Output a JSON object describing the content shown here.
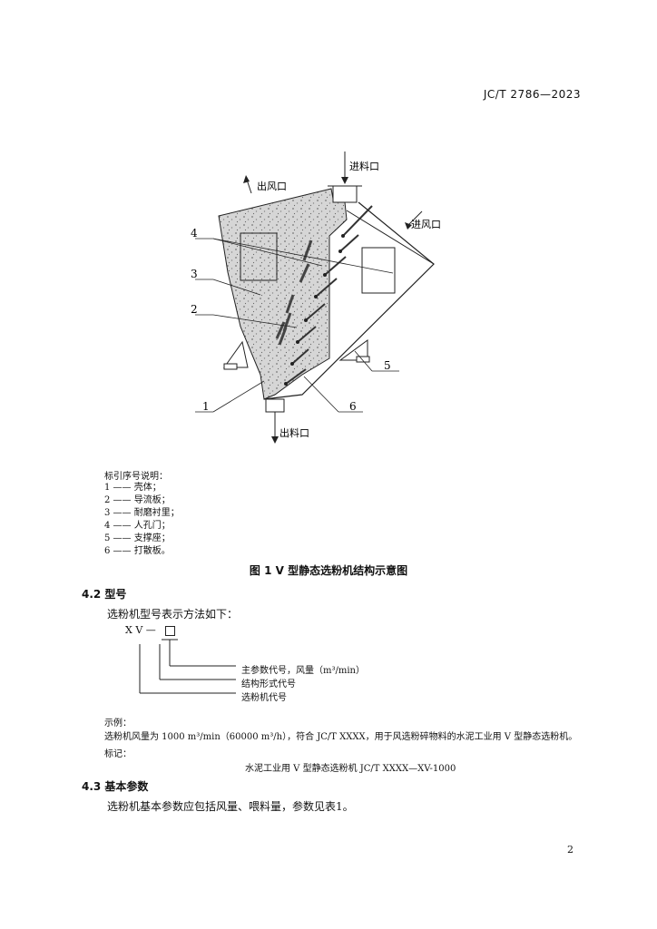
{
  "header": {
    "standard_code": "JC/T 2786—2023"
  },
  "figure": {
    "labels": {
      "feed_inlet": "进料口",
      "air_outlet": "出风口",
      "air_inlet": "进风口",
      "material_outlet": "出料口"
    },
    "callouts": [
      "1",
      "2",
      "3",
      "4",
      "5",
      "6"
    ]
  },
  "legend": {
    "title": "标引序号说明：",
    "items": [
      "1 —— 壳体；",
      "2 —— 导流板；",
      "3 —— 耐磨衬里；",
      "4 —— 人孔门；",
      "5 —— 支撑座；",
      "6 —— 打散板。"
    ]
  },
  "caption": "图 1   V 型静态选粉机结构示意图",
  "section_4_2": {
    "heading": "4.2   型号",
    "intro": "选粉机型号表示方法如下：",
    "code_letters": "X V —",
    "code_parts": [
      "主参数代号，风量（m³/min）",
      "结构形式代号",
      "选粉机代号"
    ]
  },
  "example": {
    "label": "示例：",
    "text": "选粉机风量为 1000 m³/min（60000 m³/h），符合 JC/T XXXX，用于风选粉碎物料的水泥工业用 V 型静态选粉机。",
    "mark_label": "标记：",
    "mark": "水泥工业用 V 型静态选粉机 JC/T XXXX—XV-1000"
  },
  "section_4_3": {
    "heading": "4.3   基本参数",
    "text": "选粉机基本参数应包括风量、喂料量，参数见表1。"
  },
  "page_number": "2"
}
